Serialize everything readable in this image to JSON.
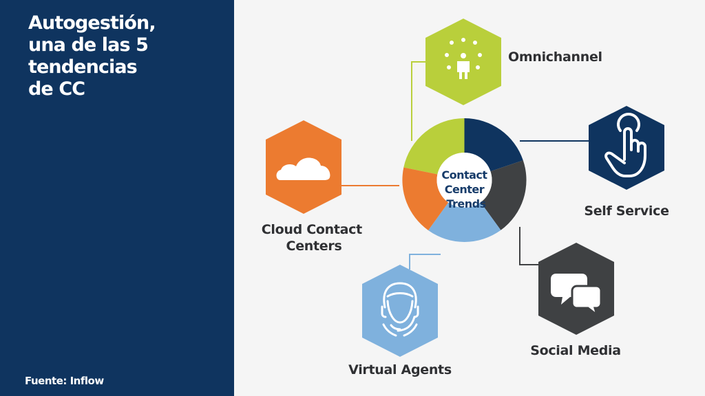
{
  "sidebar": {
    "title_lines": [
      "Autogestión,",
      "una de las 5",
      "tendencias",
      "de CC"
    ],
    "source": "Fuente: Inflow"
  },
  "diagram": {
    "center_lines": [
      "Contact",
      "Center",
      "Trends"
    ],
    "trends": {
      "omnichannel": {
        "label_lines": [
          "Omnichannel"
        ],
        "color": "#b9cf3b",
        "icon": "people-network-icon"
      },
      "self_service": {
        "label_lines": [
          "Self Service"
        ],
        "color": "#0f345f",
        "icon": "pointing-hand-icon"
      },
      "social_media": {
        "label_lines": [
          "Social Media"
        ],
        "color": "#3f4143",
        "icon": "chat-bubbles-icon"
      },
      "virtual_agents": {
        "label_lines": [
          "Virtual Agents"
        ],
        "color": "#7fb1dd",
        "icon": "headset-agent-icon"
      },
      "cloud_contact_centers": {
        "label_lines": [
          "Cloud Contact",
          "Centers"
        ],
        "color": "#ec7b30",
        "icon": "cloud-icon"
      }
    }
  }
}
